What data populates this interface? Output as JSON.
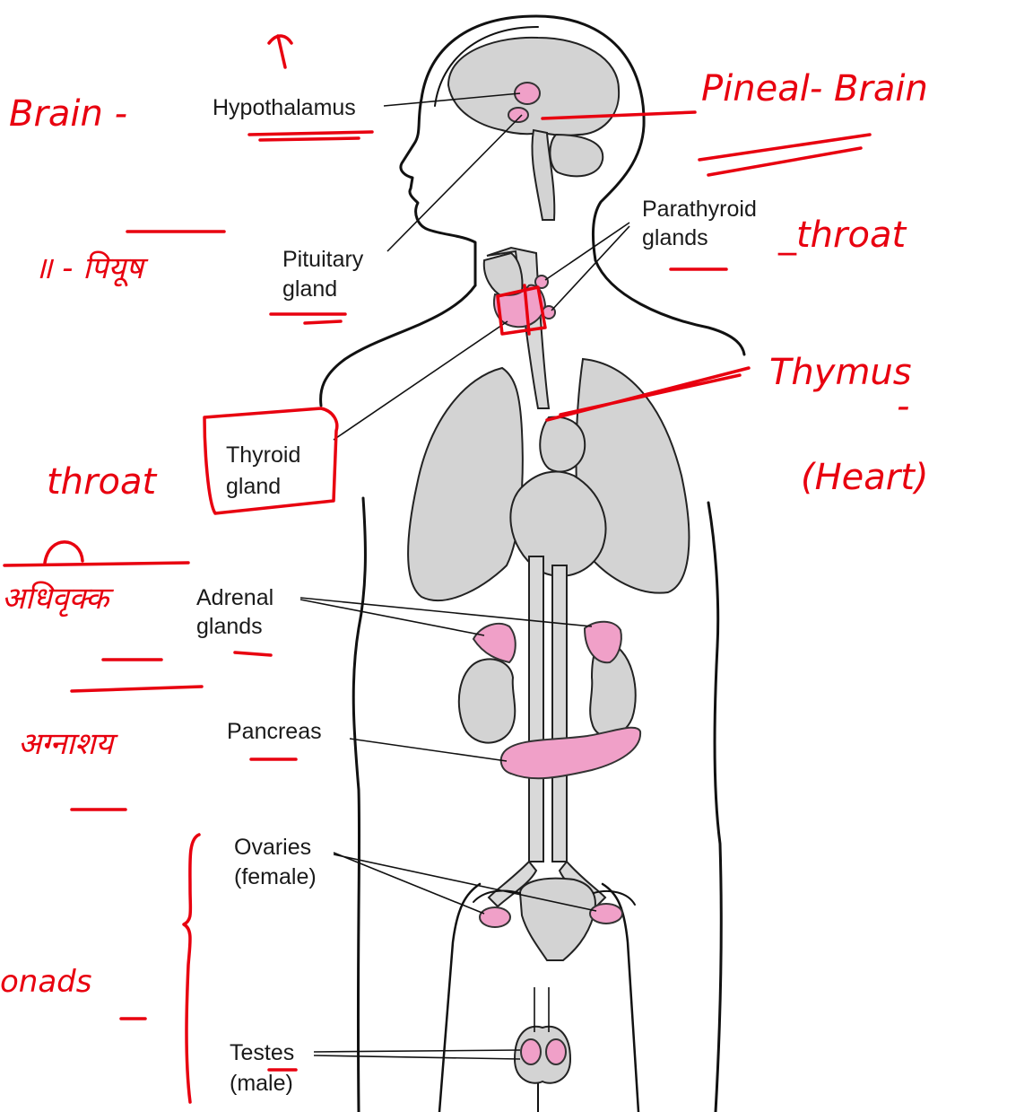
{
  "labels": {
    "hypothalamus": "Hypothalamus",
    "pituitary_1": "Pituitary",
    "pituitary_2": "gland",
    "parathyroid_1": "Parathyroid",
    "parathyroid_2": "glands",
    "thyroid_1": "Thyroid",
    "thyroid_2": "gland",
    "adrenal_1": "Adrenal",
    "adrenal_2": "glands",
    "pancreas": "Pancreas",
    "ovaries_1": "Ovaries",
    "ovaries_2": "(female)",
    "testes_1": "Testes",
    "testes_2": "(male)"
  },
  "annotations": {
    "brain_left": "Brain -",
    "pineal": "Pineal- Brain",
    "pituitary_note": "॥ - पियूष",
    "throat_right": "_throat",
    "thymus": "Thymus",
    "thymus_dash": "-",
    "heart": "(Heart)",
    "throat_left": "throat",
    "adrenal_note": "अधिवृक्क",
    "pancreas_note": "अग्नाशय",
    "gonads": "onads"
  },
  "colors": {
    "gland_fill": "#f0a0c8",
    "organ_fill": "#d3d3d3",
    "annotation_ink": "#e8000f"
  }
}
